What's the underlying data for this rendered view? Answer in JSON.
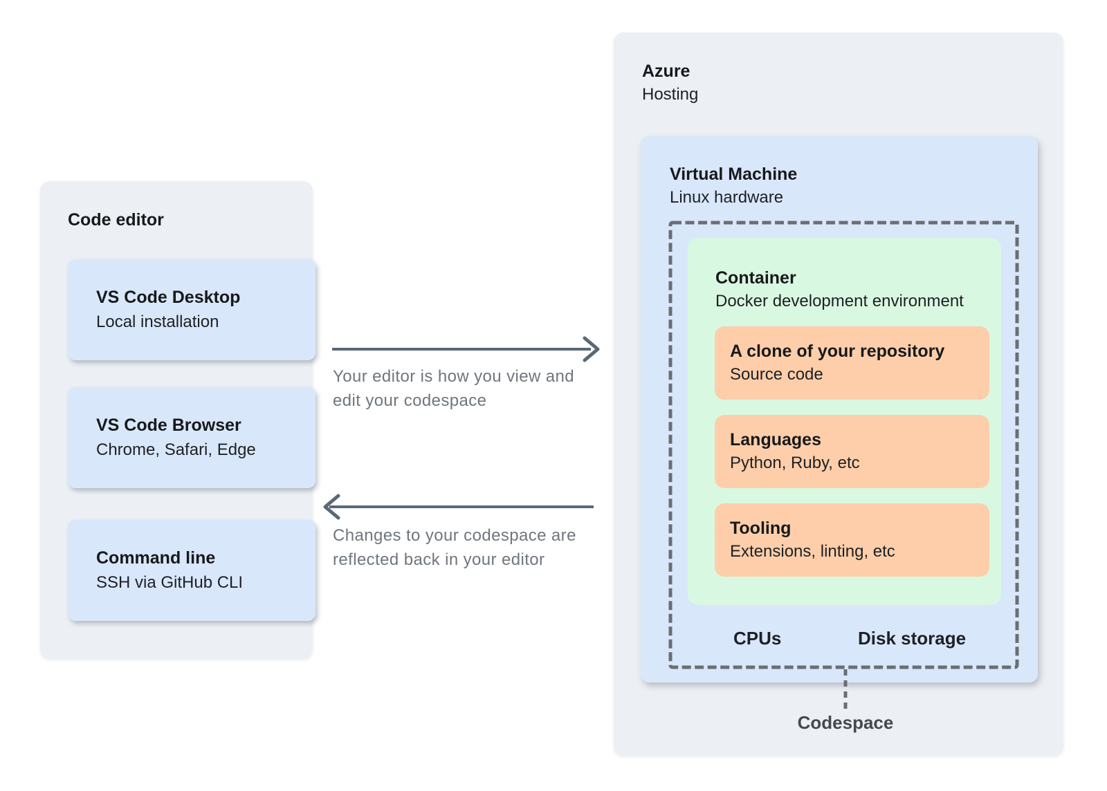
{
  "palette": {
    "page_bg": "#ffffff",
    "panel_gray": "#ECF0F4",
    "card_blue": "#D9E7FB",
    "container_green": "#D9F8E1",
    "card_orange": "#FDCEA9",
    "arrow": "#5A6876",
    "dashed_border": "#6A6E72",
    "flow_text": "#6F767D",
    "codespace_text": "#45494E",
    "text_dark": "#17191B"
  },
  "editor_panel": {
    "title": "Code editor",
    "cards": [
      {
        "title": "VS Code Desktop",
        "subtitle": "Local installation"
      },
      {
        "title": "VS Code Browser",
        "subtitle": "Chrome, Safari, Edge"
      },
      {
        "title": "Command line",
        "subtitle": "SSH via GitHub CLI"
      }
    ]
  },
  "flows": [
    {
      "direction": "right",
      "label_lines": [
        "Your editor is how you view and",
        "edit your codespace"
      ]
    },
    {
      "direction": "left",
      "label_lines": [
        "Changes to your codespace are",
        "reflected back in your editor"
      ]
    }
  ],
  "azure_panel": {
    "title": "Azure",
    "subtitle": "Hosting",
    "vm": {
      "title": "Virtual Machine",
      "subtitle": "Linux hardware",
      "container": {
        "title": "Container",
        "subtitle": "Docker development environment",
        "cards": [
          {
            "title": "A clone of your repository",
            "subtitle": "Source code"
          },
          {
            "title": "Languages",
            "subtitle": "Python, Ruby, etc"
          },
          {
            "title": "Tooling",
            "subtitle": "Extensions, linting, etc"
          }
        ]
      },
      "resources": [
        "CPUs",
        "Disk storage"
      ],
      "codespace_label": "Codespace"
    }
  }
}
